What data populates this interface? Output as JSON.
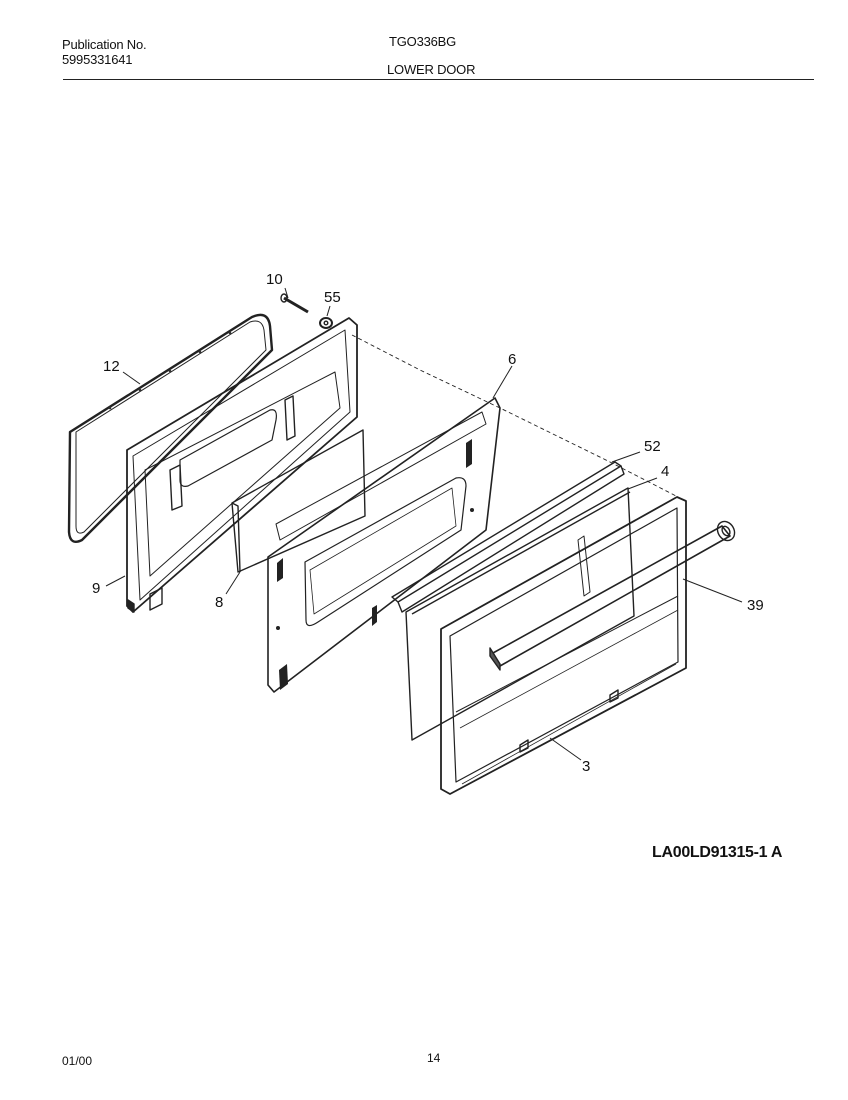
{
  "header": {
    "publication_label": "Publication No.",
    "publication_number": "5995331641",
    "model": "TGO336BG",
    "section_title": "LOWER DOOR"
  },
  "diagram": {
    "callouts": [
      "10",
      "55",
      "12",
      "6",
      "52",
      "4",
      "39",
      "9",
      "8",
      "3"
    ]
  },
  "reference_code": "LA00LD91315-1 A",
  "footer": {
    "date": "01/00",
    "page_number": "14"
  }
}
